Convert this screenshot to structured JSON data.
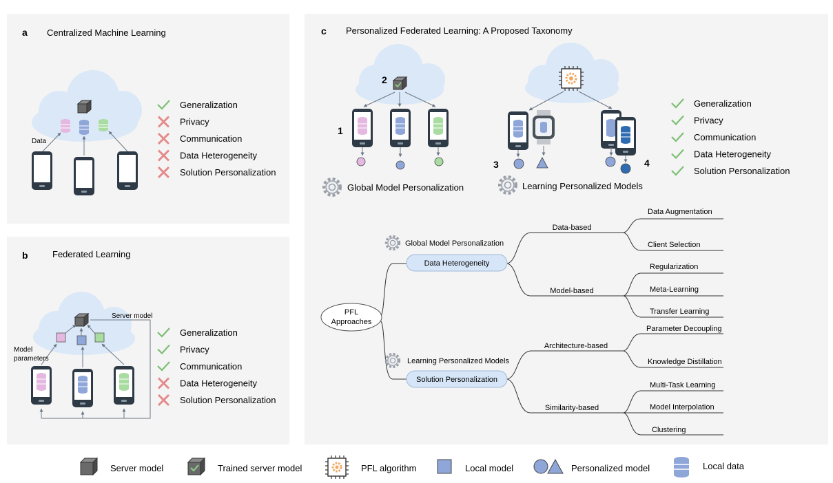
{
  "panel_a": {
    "letter": "a",
    "title": "Centralized Machine Learning",
    "data_label": "Data",
    "properties": [
      {
        "label": "Generalization",
        "status": "yes"
      },
      {
        "label": "Privacy",
        "status": "no"
      },
      {
        "label": "Communication",
        "status": "no"
      },
      {
        "label": "Data Heterogeneity",
        "status": "no"
      },
      {
        "label": "Solution Personalization",
        "status": "no"
      }
    ]
  },
  "panel_b": {
    "letter": "b",
    "title": "Federated Learning",
    "server_model_label": "Server model",
    "model_params_line1": "Model",
    "model_params_line2": "parameters",
    "properties": [
      {
        "label": "Generalization",
        "status": "yes"
      },
      {
        "label": "Privacy",
        "status": "yes"
      },
      {
        "label": "Communication",
        "status": "yes"
      },
      {
        "label": "Data Heterogeneity",
        "status": "no"
      },
      {
        "label": "Solution Personalization",
        "status": "no"
      }
    ]
  },
  "panel_c": {
    "letter": "c",
    "title": "Personalized Federated Learning: A Proposed Taxonomy",
    "step_1": "1",
    "step_2": "2",
    "step_3": "3",
    "step_4": "4",
    "strategy_global": "Global Model Personalization",
    "strategy_learning": "Learning Personalized Models",
    "properties": [
      {
        "label": "Generalization",
        "status": "yes"
      },
      {
        "label": "Privacy",
        "status": "yes"
      },
      {
        "label": "Communication",
        "status": "yes"
      },
      {
        "label": "Data Heterogeneity",
        "status": "yes"
      },
      {
        "label": "Solution Personalization",
        "status": "yes"
      }
    ],
    "taxonomy": {
      "root_line1": "PFL",
      "root_line2": "Approaches",
      "branch_1": {
        "strategy": "Global Model Personalization",
        "pill": "Data Heterogeneity",
        "groups": [
          {
            "label": "Data-based",
            "leaves": [
              "Data Augmentation",
              "Client Selection"
            ]
          },
          {
            "label": "Model-based",
            "leaves": [
              "Regularization",
              "Meta-Learning",
              "Transfer Learning"
            ]
          }
        ]
      },
      "branch_2": {
        "strategy": "Learning Personalized Models",
        "pill": "Solution Personalization",
        "groups": [
          {
            "label": "Architecture-based",
            "leaves": [
              "Parameter Decoupling",
              "Knowledge Distillation"
            ]
          },
          {
            "label": "Similarity-based",
            "leaves": [
              "Multi-Task Learning",
              "Model Interpolation",
              "Clustering"
            ]
          }
        ]
      }
    }
  },
  "legend": [
    {
      "icon": "server-model-cube",
      "label": "Server model"
    },
    {
      "icon": "trained-server-model-cube",
      "label": "Trained server model"
    },
    {
      "icon": "pfl-algorithm-chip",
      "label": "PFL algorithm"
    },
    {
      "icon": "local-model-square",
      "label": "Local model"
    },
    {
      "icon": "personalized-model-shapes",
      "label": "Personalized model"
    },
    {
      "icon": "local-data-database",
      "label": "Local data"
    }
  ],
  "colors": {
    "panel_bg": "#f4f4f4",
    "cloud_fill": "#dbe8f7",
    "phone_body": "#2e3a46",
    "db_pink": "#e4b8e0",
    "db_blue": "#8ea6d8",
    "db_green": "#a9dca0",
    "check": "#7cbf73",
    "cross": "#e58a8a",
    "pill_fill": "#d6e5f7",
    "pill_stroke": "#9fbad8"
  }
}
